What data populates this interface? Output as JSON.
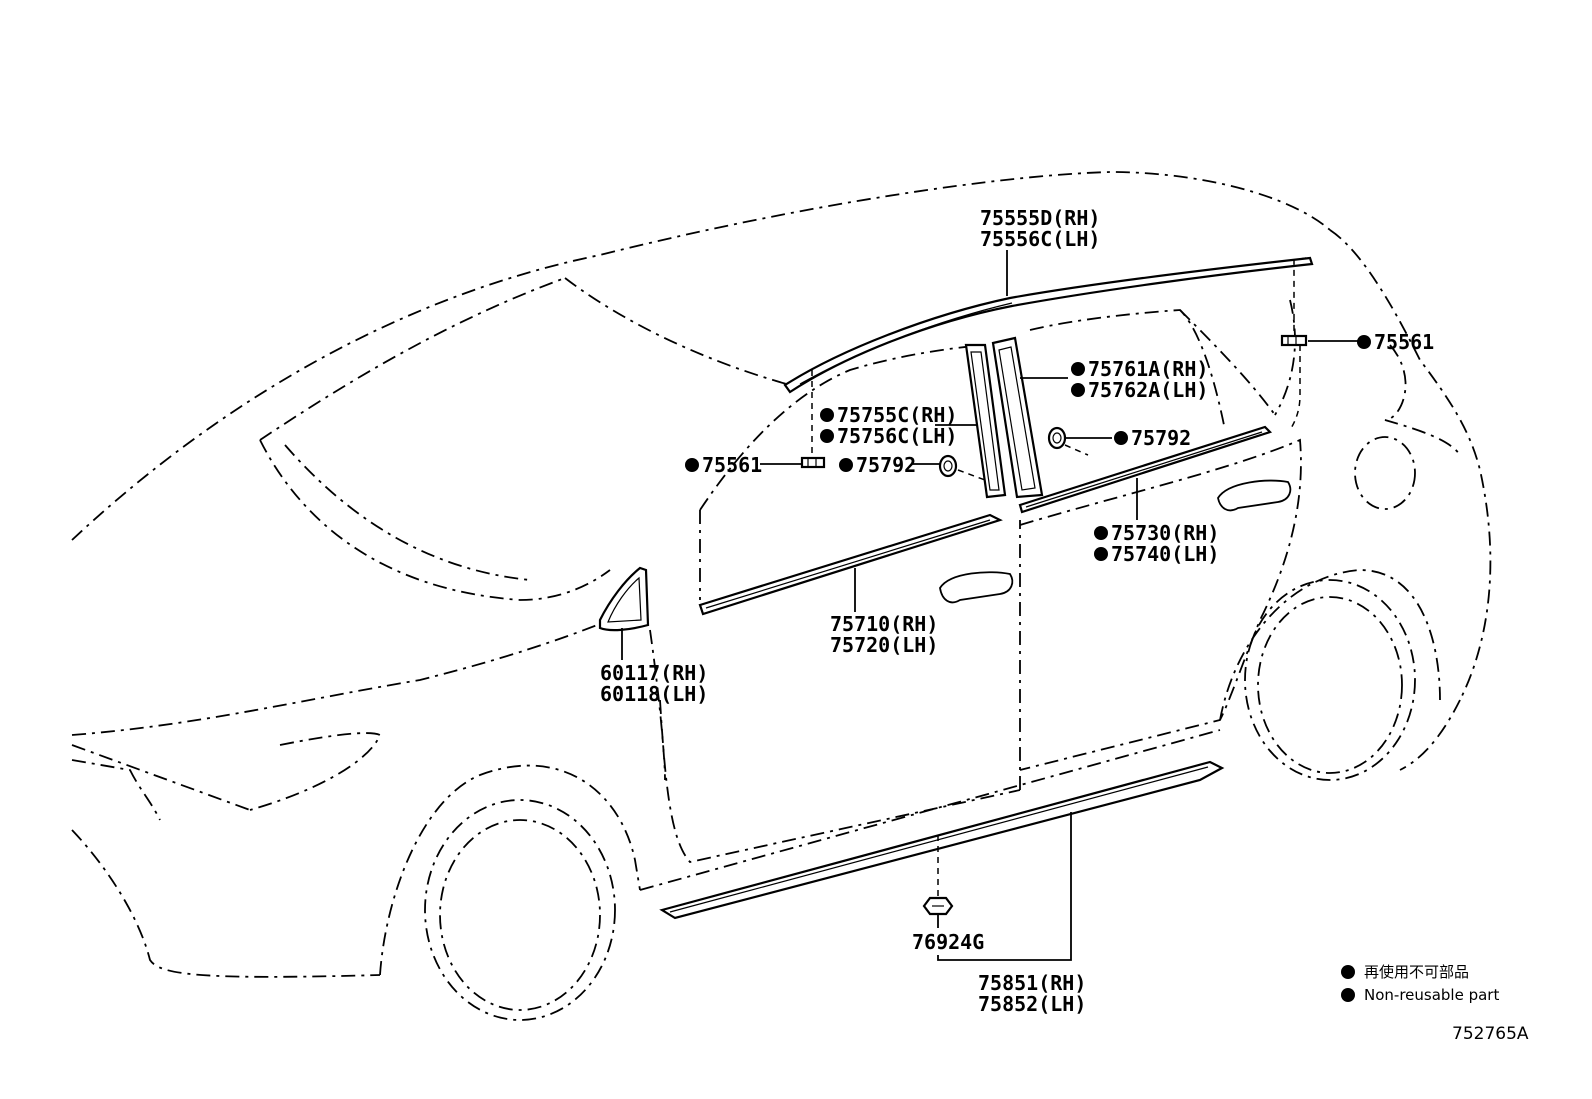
{
  "diagram": {
    "labels": {
      "roof_molding": [
        "75555D(RH)",
        "75556C(LH)"
      ],
      "clip_rear": "75561",
      "pillar_rear": [
        "75761A(RH)",
        "75762A(LH)"
      ],
      "pillar_front": [
        "75755C(RH)",
        "75756C(LH)"
      ],
      "clip_front": "75561",
      "grommet_front": "75792",
      "grommet_rear": "75792",
      "rear_belt_molding": [
        "75730(RH)",
        "75740(LH)"
      ],
      "front_belt_molding": [
        "75710(RH)",
        "75720(LH)"
      ],
      "quarter_glass": [
        "60117(RH)",
        "60118(LH)"
      ],
      "rocker_clip": "76924G",
      "rocker_molding": [
        "75851(RH)",
        "75852(LH)"
      ]
    },
    "legend": [
      "再使用不可部品",
      "Non-reusable part"
    ],
    "reference_code": "752765A"
  }
}
